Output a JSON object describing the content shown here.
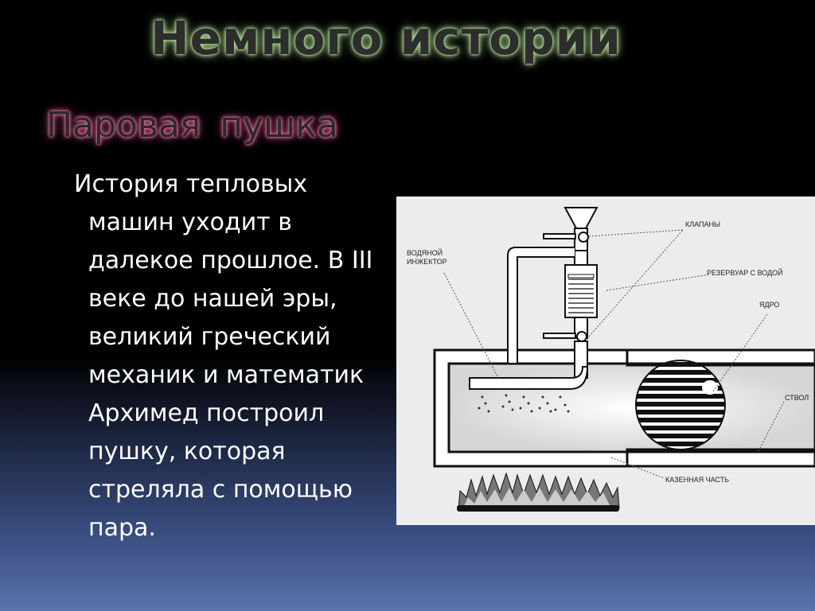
{
  "slide": {
    "title": "Немного истории",
    "subtitle": "Паровая  пушка",
    "paragraph_lines": [
      "История тепловых",
      "машин уходит в",
      "далекое прошлое. В III",
      "веке до нашей эры,",
      "великий греческий",
      "механик и математик",
      "Архимед построил",
      "пушку, которая",
      "стреляла с помощью",
      "пара."
    ]
  },
  "diagram": {
    "labels": {
      "valves": "КЛАПАНЫ",
      "water_injector_1": "ВОДЯНОЙ",
      "water_injector_2": "ИНЖЕКТОР",
      "water_reservoir": "РЕЗЕРВУАР С ВОДОЙ",
      "core": "ЯДРО",
      "barrel": "СТВОЛ",
      "breech": "КАЗЕННАЯ ЧАСТЬ"
    }
  }
}
